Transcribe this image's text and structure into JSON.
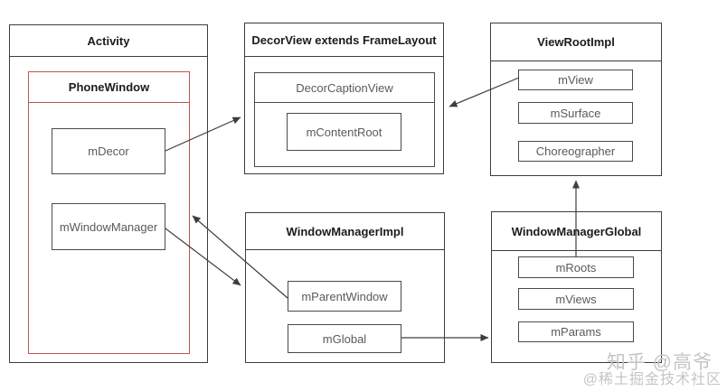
{
  "diagram": {
    "type": "android-window-architecture-uml",
    "colors": {
      "background": "#ffffff",
      "box_border": "#3d3d3d",
      "phone_window_border": "#bf5552",
      "title_text": "#1b1b1b",
      "label_text": "#5a5a5a",
      "arrow": "#3d3d3d",
      "watermark": "#c5c5c5"
    },
    "nodes": {
      "activity": {
        "title": "Activity"
      },
      "phone_window": {
        "title": "PhoneWindow"
      },
      "m_decor": {
        "label": "mDecor"
      },
      "m_window_manager": {
        "label": "mWindowManager"
      },
      "decor_view": {
        "title": "DecorView extends FrameLayout"
      },
      "decor_caption_view": {
        "label": "DecorCaptionView"
      },
      "m_content_root": {
        "label": "mContentRoot"
      },
      "view_root_impl": {
        "title": "ViewRootImpl"
      },
      "m_view": {
        "label": "mView"
      },
      "m_surface": {
        "label": "mSurface"
      },
      "choreographer": {
        "label": "Choreographer"
      },
      "window_manager_impl": {
        "title": "WindowManagerImpl"
      },
      "m_parent_window": {
        "label": "mParentWindow"
      },
      "m_global": {
        "label": "mGlobal"
      },
      "window_manager_global": {
        "title": "WindowManagerGlobal"
      },
      "m_roots": {
        "label": "mRoots"
      },
      "m_views": {
        "label": "mViews"
      },
      "m_params": {
        "label": "mParams"
      }
    },
    "edges": [
      {
        "from": "mDecor",
        "to": "DecorView"
      },
      {
        "from": "mView",
        "to": "DecorView"
      },
      {
        "from": "mWindowManager",
        "to": "WindowManagerImpl"
      },
      {
        "from": "mParentWindow",
        "to": "PhoneWindow"
      },
      {
        "from": "mGlobal",
        "to": "WindowManagerGlobal"
      },
      {
        "from": "WindowManagerGlobal",
        "to": "ViewRootImpl"
      }
    ],
    "watermark": {
      "line1": "知乎 @高爷",
      "line2": "@稀土掘金技术社区"
    }
  }
}
